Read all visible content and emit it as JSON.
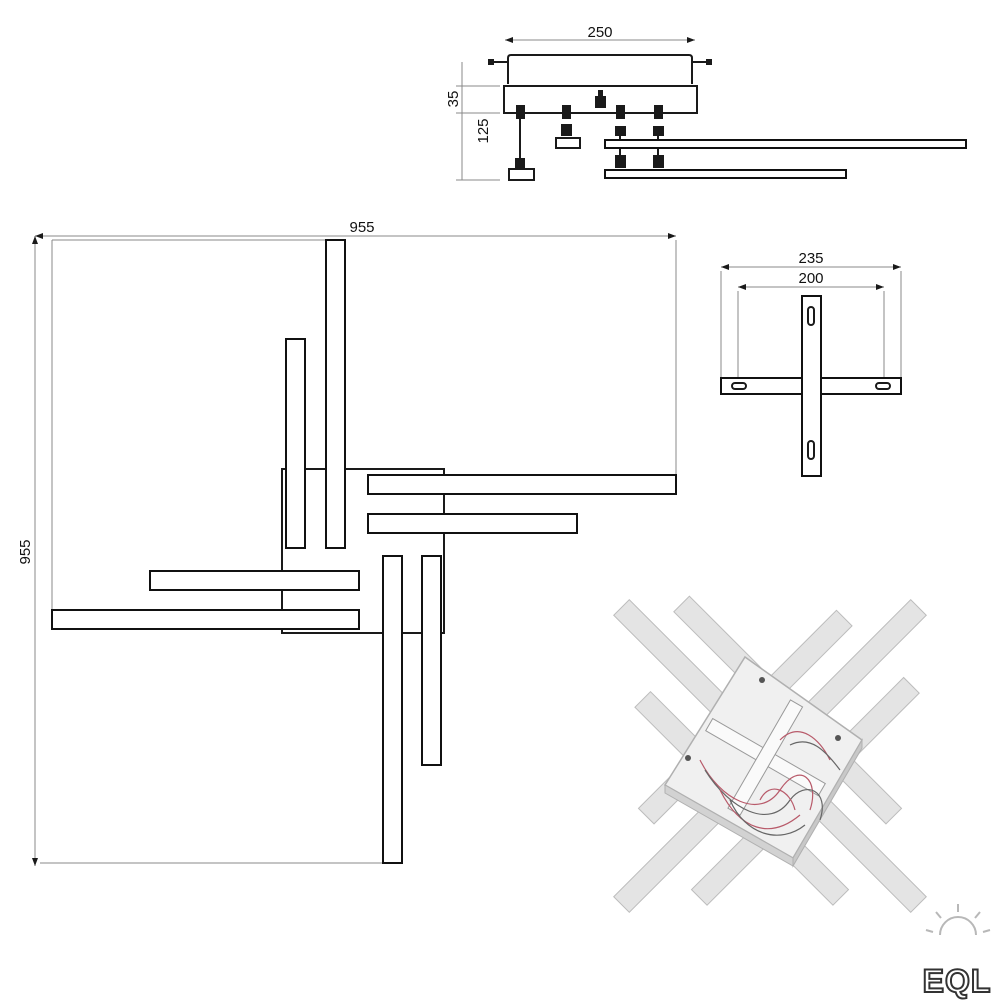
{
  "dimensions": {
    "side_width": "250",
    "side_top_height": "35",
    "side_drop_height": "125",
    "top_width": "955",
    "top_height": "955",
    "plate_outer": "235",
    "plate_inner": "200"
  },
  "brand": {
    "logo_text": "EQL"
  },
  "colors": {
    "line": "#1a1a1a",
    "dim_line": "#888888",
    "photo_bar": "#e4e4e4",
    "wire_red": "#b85a6a"
  }
}
